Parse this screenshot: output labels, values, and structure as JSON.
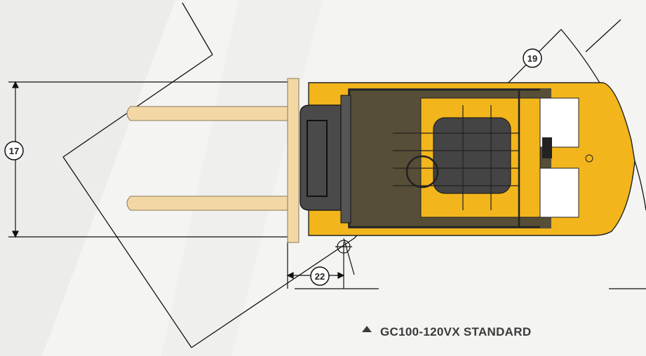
{
  "callouts": {
    "width_dimension": "17",
    "turning_radius": "19",
    "load_center_offset": "22"
  },
  "caption": {
    "marker_icon": "triangle-up-icon",
    "text": "GC100-120VX  STANDARD"
  },
  "colors": {
    "background": "#f4f4f2",
    "chassis_yellow": "#f2b51c",
    "fork_tan": "#f3d8a5",
    "carriage_dark": "#4a4a4a",
    "line": "#111111"
  }
}
